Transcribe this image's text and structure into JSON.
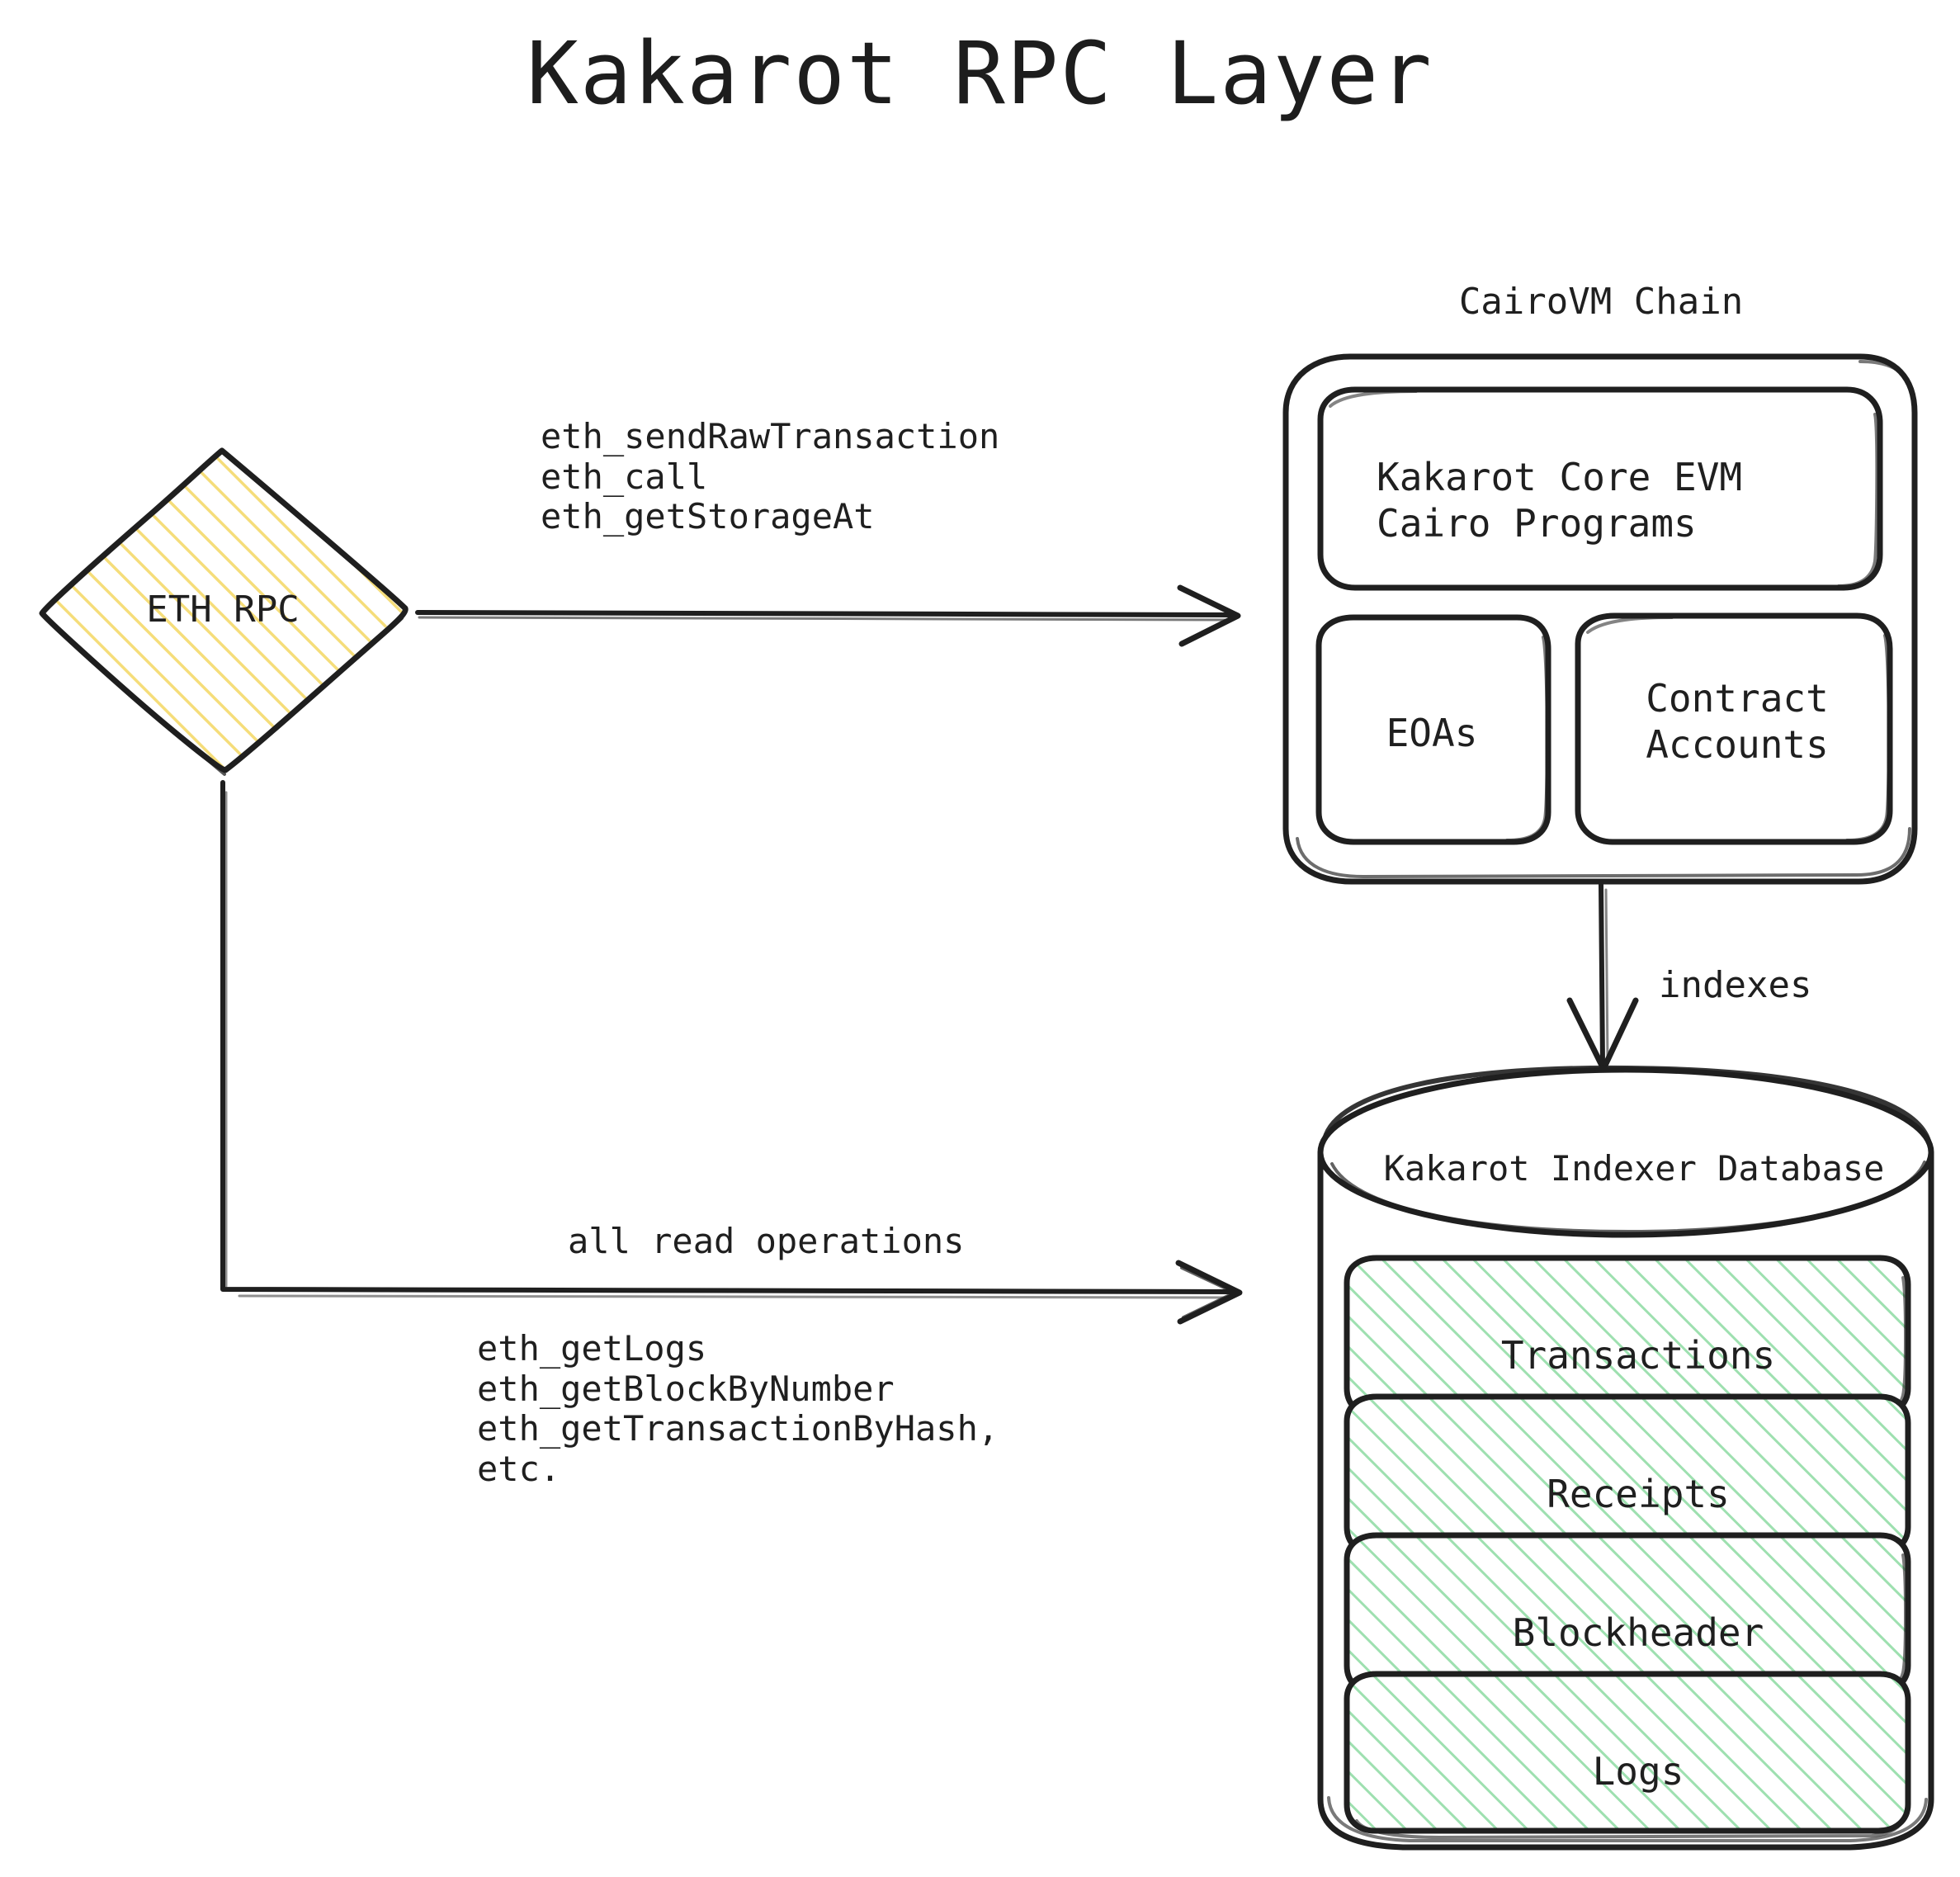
{
  "title": "Kakarot RPC Layer",
  "colors": {
    "stroke": "#1f1f1f",
    "background": "#ffffff",
    "yellow_hatch": "#f5dd7a",
    "green_hatch": "#9ee0b0",
    "text": "#1f1f1f"
  },
  "nodes": {
    "eth_rpc": {
      "label": "ETH RPC",
      "shape": "diamond",
      "fill": "yellow-hatch"
    },
    "cairovm_chain": {
      "title": "CairoVM Chain",
      "shape": "rounded-rect",
      "children": {
        "kakarot_core": {
          "line1": "Kakarot Core EVM",
          "line2": "Cairo Programs"
        },
        "eoas": {
          "label": "EOAs"
        },
        "contract_accounts": {
          "line1": "Contract",
          "line2": "Accounts"
        }
      }
    },
    "indexer_db": {
      "title": "Kakarot Indexer Database",
      "shape": "cylinder",
      "rows": [
        {
          "label": "Transactions",
          "fill": "green-hatch"
        },
        {
          "label": "Receipts",
          "fill": "green-hatch"
        },
        {
          "label": "Blockheader",
          "fill": "green-hatch"
        },
        {
          "label": "Logs",
          "fill": "green-hatch"
        }
      ]
    }
  },
  "edges": {
    "write_path": {
      "from": "eth_rpc",
      "to": "cairovm_chain",
      "methods": "eth_sendRawTransaction\neth_call\neth_getStorageAt"
    },
    "read_path": {
      "from": "eth_rpc",
      "to": "indexer_db",
      "label": "all read operations",
      "methods": "eth_getLogs\neth_getBlockByNumber\neth_getTransactionByHash,\netc."
    },
    "index_path": {
      "from": "cairovm_chain",
      "to": "indexer_db",
      "label": "indexes"
    }
  }
}
